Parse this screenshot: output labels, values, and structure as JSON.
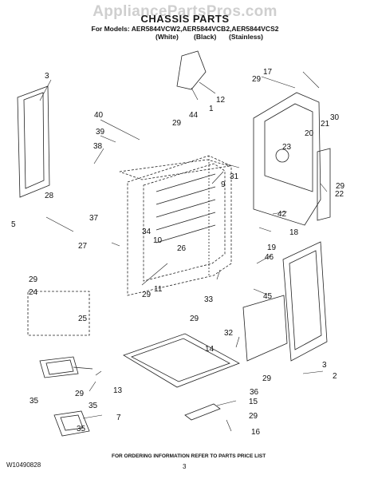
{
  "watermark": "AppliancePartsPros.com",
  "header": {
    "title": "CHASSIS PARTS",
    "models_line": "For Models: AER5844VCW2,AER5844VCB2,AER5844VCS2",
    "finishes": [
      "(White)",
      "(Black)",
      "(Stainless)"
    ]
  },
  "callouts": [
    "1",
    "2",
    "3",
    "3",
    "5",
    "7",
    "9",
    "10",
    "11",
    "12",
    "13",
    "14",
    "15",
    "16",
    "17",
    "18",
    "19",
    "20",
    "21",
    "22",
    "23",
    "24",
    "25",
    "26",
    "27",
    "28",
    "29",
    "29",
    "29",
    "29",
    "29",
    "29",
    "29",
    "29",
    "29",
    "30",
    "31",
    "32",
    "33",
    "34",
    "35",
    "35",
    "35",
    "36",
    "37",
    "38",
    "39",
    "40",
    "42",
    "44",
    "45",
    "46"
  ],
  "footer": {
    "doc_id": "W10490828",
    "note": "FOR ORDERING INFORMATION REFER TO PARTS PRICE LIST",
    "page": "3"
  }
}
